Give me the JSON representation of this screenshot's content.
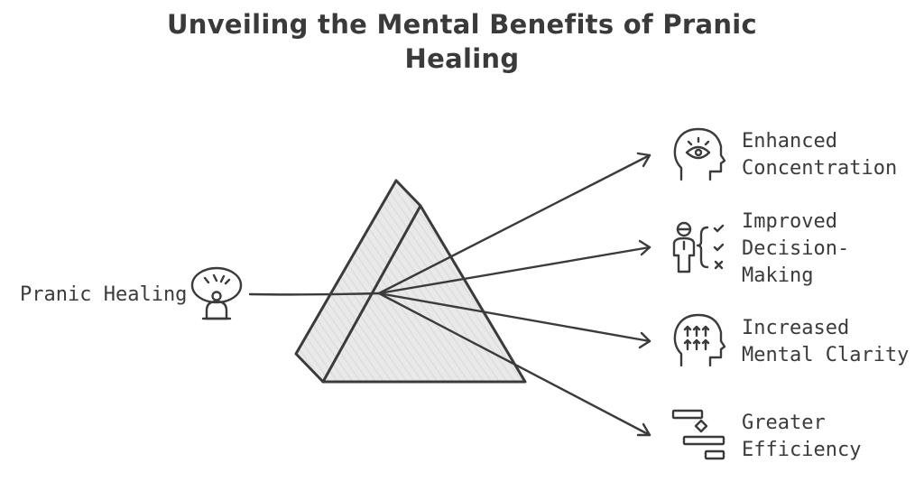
{
  "diagram": {
    "title": "Unveiling the Mental Benefits of Pranic Healing",
    "source": {
      "label": "Pranic Healing",
      "icon": "meditation-icon"
    },
    "outputs": [
      {
        "lines": [
          "Enhanced",
          "Concentration"
        ],
        "icon": "head-eye-icon"
      },
      {
        "lines": [
          "Improved",
          "Decision-",
          "Making"
        ],
        "icon": "person-checklist-icon"
      },
      {
        "lines": [
          "Increased",
          "Mental Clarity"
        ],
        "icon": "head-arrows-icon"
      },
      {
        "lines": [
          "Greater",
          "Efficiency"
        ],
        "icon": "flowchart-icon"
      }
    ],
    "colors": {
      "ink": "#3b3b3b",
      "prism_fill": "#e6e6e6",
      "background": "#ffffff"
    }
  }
}
